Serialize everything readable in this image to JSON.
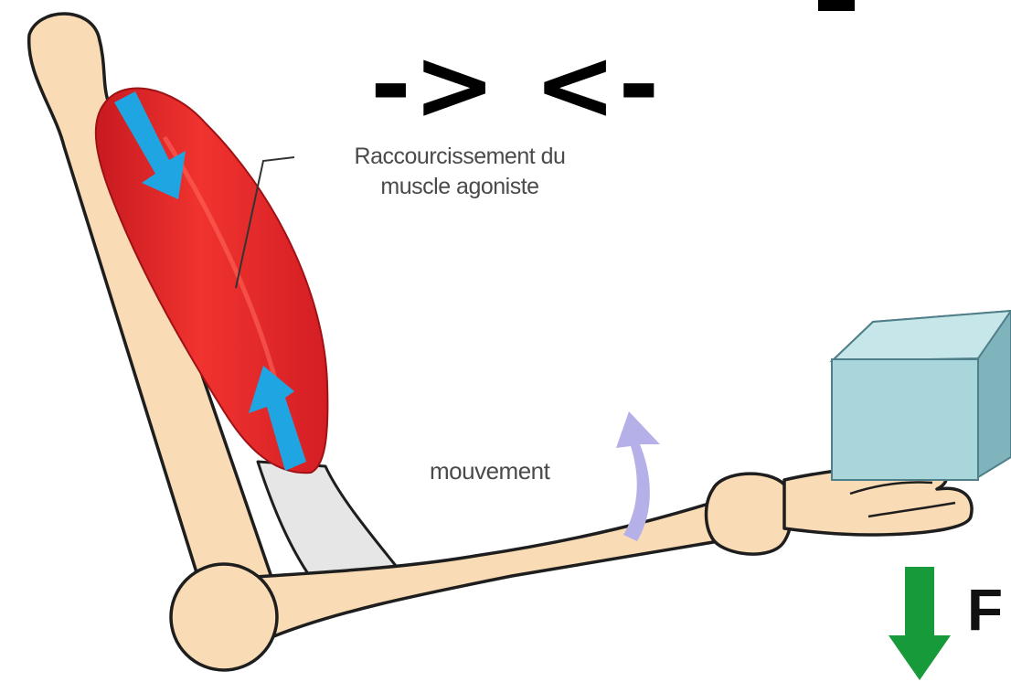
{
  "figure": {
    "contraction_arrows": "-> <-",
    "muscle_label": {
      "line1": "Raccourcissement du",
      "line2": "muscle agoniste"
    },
    "movement_label": "mouvement",
    "force_label": "F"
  },
  "colors": {
    "bone_fill": "#f9dcb6",
    "bone_outline": "#1e1e1e",
    "muscle_red": "#e8262b",
    "muscle_arrow_blue": "#1fa6e2",
    "tendon_gray": "#e6e6e6",
    "movement_arrow": "#b5b0e8",
    "box_front": "#a9d6db",
    "force_arrow_green": "#169a3a"
  }
}
